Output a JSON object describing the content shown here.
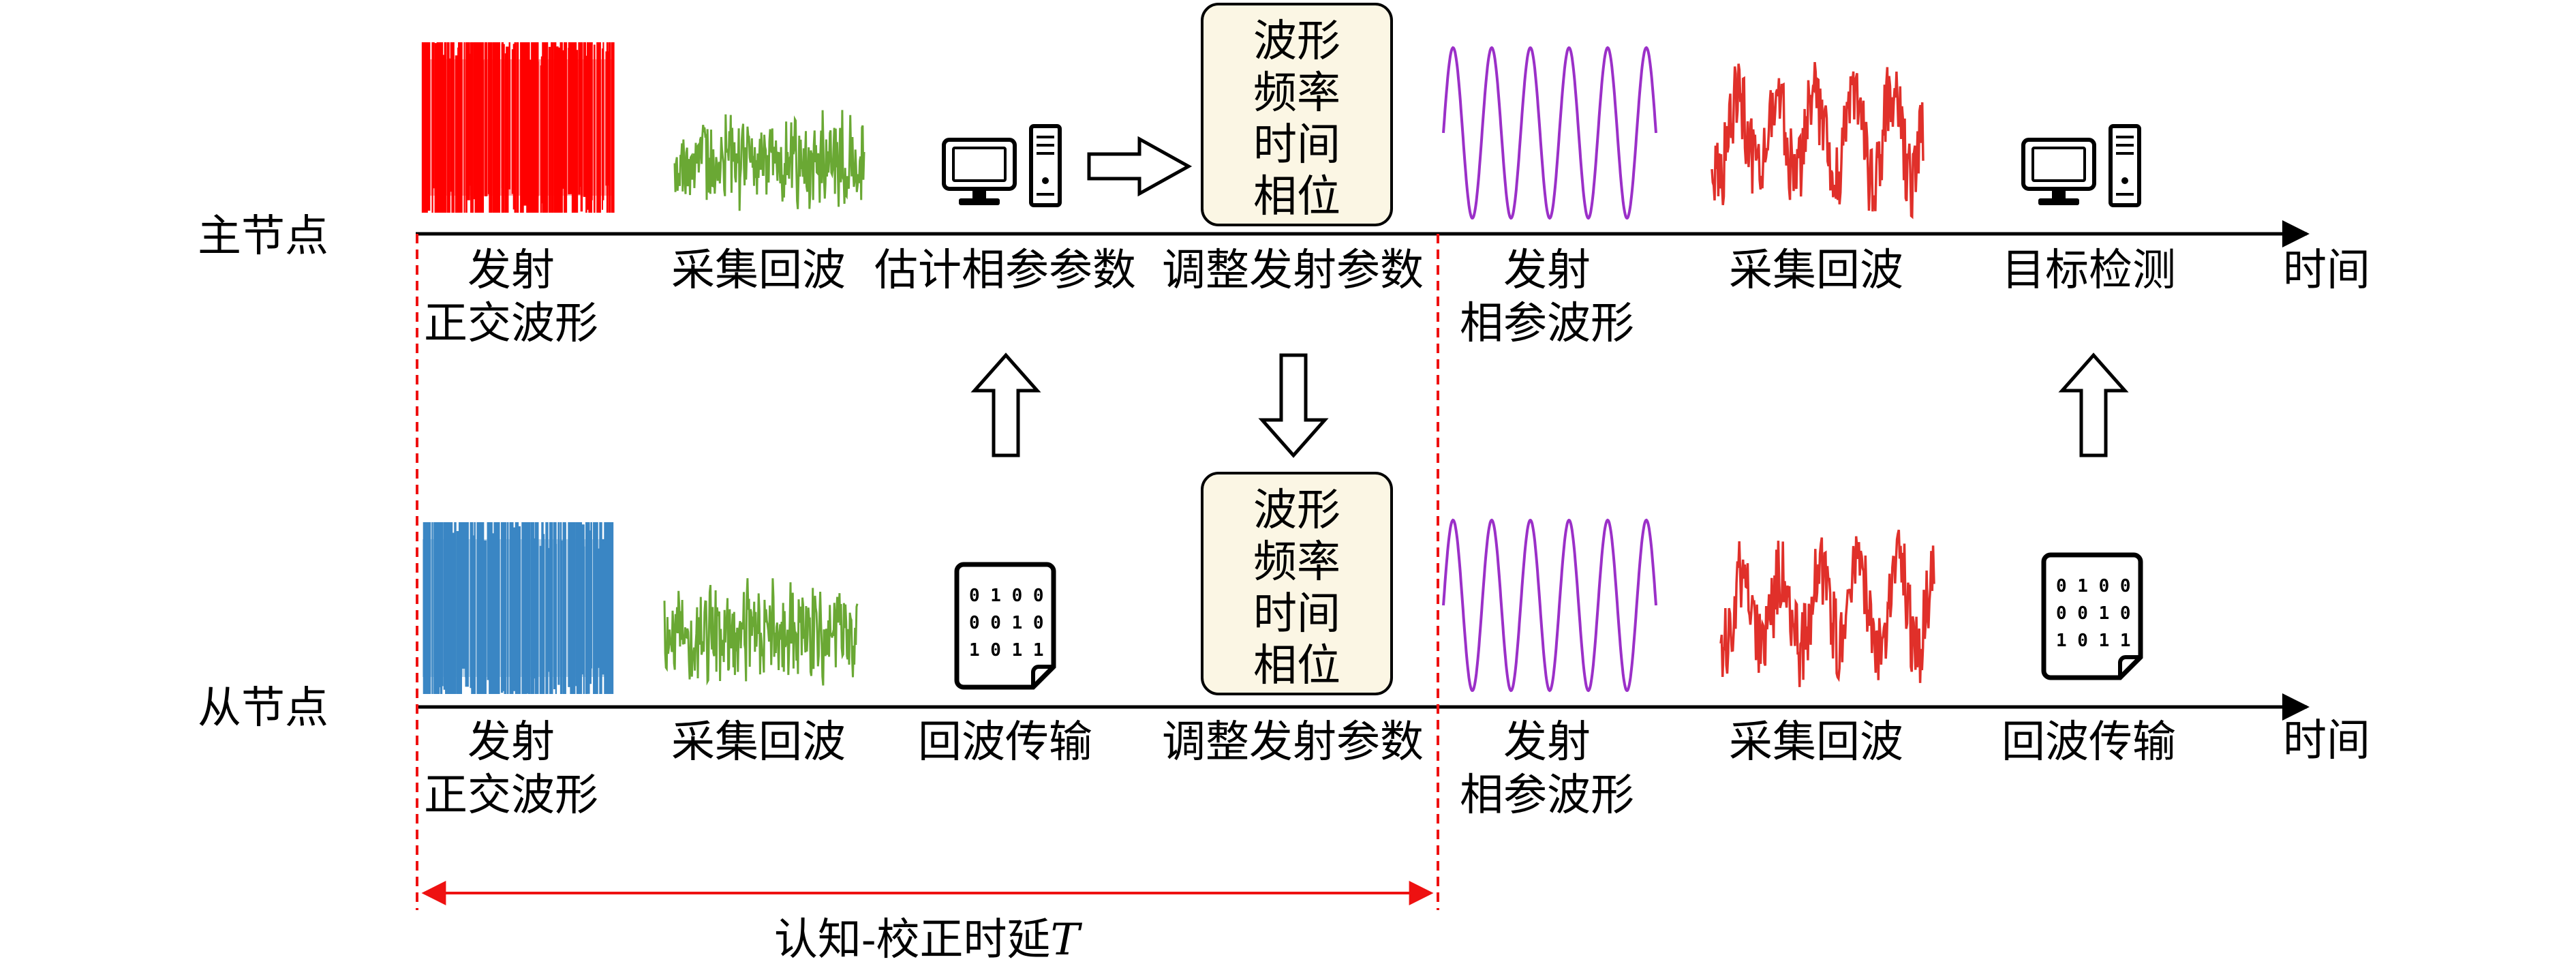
{
  "rows": {
    "master": "主节点",
    "slave": "从节点"
  },
  "axis_label": "时间",
  "master_steps": {
    "transmit": [
      "发射",
      "正交波形"
    ],
    "collect": "采集回波",
    "estimate": "估计相参参数",
    "adjust": "调整发射参数",
    "transmit_coherent": [
      "发射",
      "相参波形"
    ],
    "collect2": "采集回波",
    "detect": "目标检测"
  },
  "slave_steps": {
    "transmit": [
      "发射",
      "正交波形"
    ],
    "collect": "采集回波",
    "echo_transfer": "回波传输",
    "adjust": "调整发射参数",
    "transmit_coherent": [
      "发射",
      "相参波形"
    ],
    "collect2": "采集回波",
    "echo_transfer2": "回波传输"
  },
  "param_box": [
    "波形",
    "频率",
    "时间",
    "相位"
  ],
  "binary_file": [
    "0 1 0 0",
    "0 0 1 0",
    "1 0 1 1"
  ],
  "delay_label": {
    "text": "认知-校正时延",
    "symbol": "T"
  },
  "colors": {
    "master_orthogonal": "#ff0000",
    "slave_orthogonal": "#3a86c4",
    "echo_green": "#6aa834",
    "coherent_purple": "#9b30c8",
    "echo_red": "#e0302a",
    "delay_marker": "#ee1111",
    "box_fill": "#fbf6e4"
  },
  "icons": {
    "computer": "computer-icon",
    "data_file": "binary-file-icon",
    "hollow_arrow": "hollow-arrow-icon"
  }
}
